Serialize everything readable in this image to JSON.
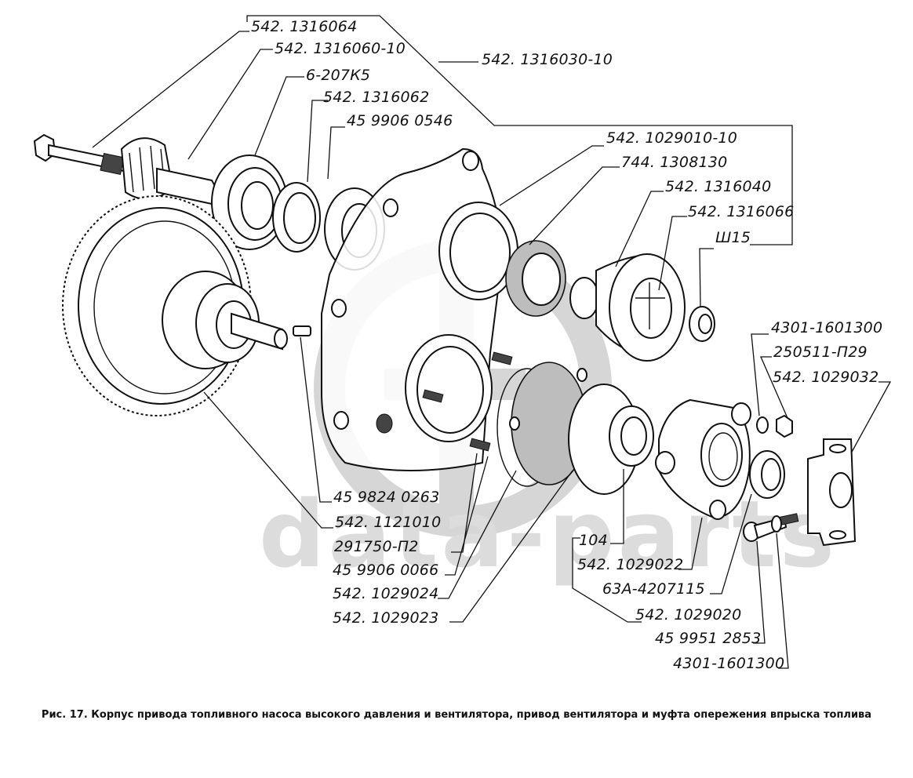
{
  "figure": {
    "caption": "Рис. 17. Корпус привода топливного насоса высокого давления и вентилятора, привод вентилятора и муфта опережения впрыска топлива",
    "watermark": "data-parts",
    "colors": {
      "ink": "#111111",
      "watermark": "#d6d6d6",
      "background": "#ffffff"
    }
  },
  "labels": {
    "p542_1316064": "542. 1316064",
    "p542_1316060_10": "542. 1316060-10",
    "p6_207K5": "6-207К5",
    "p542_1316062": "542. 1316062",
    "p45_9906_0546": "45 9906 0546",
    "p542_1316030_10": "542. 1316030-10",
    "p542_1029010_10": "542. 1029010-10",
    "p744_1308130": "744. 1308130",
    "p542_1316040": "542. 1316040",
    "p542_1316066": "542. 1316066",
    "pSh15": "Ш15",
    "p4301_1601300_top": "4301-1601300",
    "p250511_P29": "250511-П29",
    "p542_1029032": "542. 1029032",
    "p45_9824_0263": "45 9824 0263",
    "p542_1121010": "542. 1121010",
    "p291750_P2": "291750-П2",
    "p45_9906_0066": "45 9906 0066",
    "p542_1029024": "542. 1029024",
    "p542_1029023": "542. 1029023",
    "p104": "104",
    "p542_1029022": "542. 1029022",
    "p63A_4207115": "63А-4207115",
    "p542_1029020": "542. 1029020",
    "p45_99512853": "45 9951 2853",
    "p4301_1601300_bottom": "4301-1601300"
  }
}
